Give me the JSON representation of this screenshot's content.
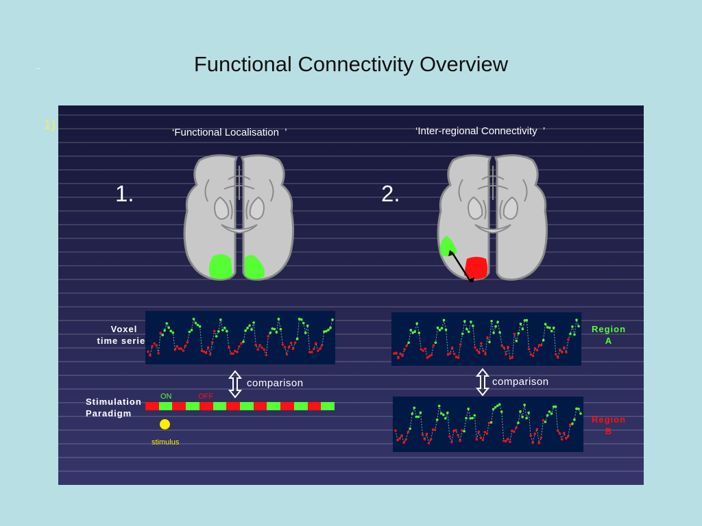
{
  "title": "Functional Connectivity Overview",
  "dash": "–",
  "list_number": "1)",
  "colors": {
    "green": "#55ff33",
    "red": "#ff1111",
    "yellow": "#ffee00",
    "brain": "#c8c8c8",
    "ts_bg": "#001a45"
  },
  "left": {
    "heading": "‘Functional Localisation  ’",
    "step": "1.",
    "voxel_label_1": "Voxel",
    "voxel_label_2": "time series",
    "comparison": "comparison",
    "paradigm_label_1": "Stimulation",
    "paradigm_label_2": "Paradigm",
    "on_label": "ON",
    "off_label": "OFF",
    "stimulus_label": "stimulus"
  },
  "right": {
    "heading": "‘Inter-regional Connectivity  ’",
    "step": "2.",
    "comparison": "comparison",
    "region_a_1": "Region",
    "region_a_2": "A",
    "region_b_1": "Region",
    "region_b_2": "B"
  },
  "paradigm": [
    "off",
    "on",
    "off",
    "on",
    "off",
    "on",
    "off",
    "on",
    "off",
    "on",
    "off",
    "on",
    "off",
    "on"
  ]
}
